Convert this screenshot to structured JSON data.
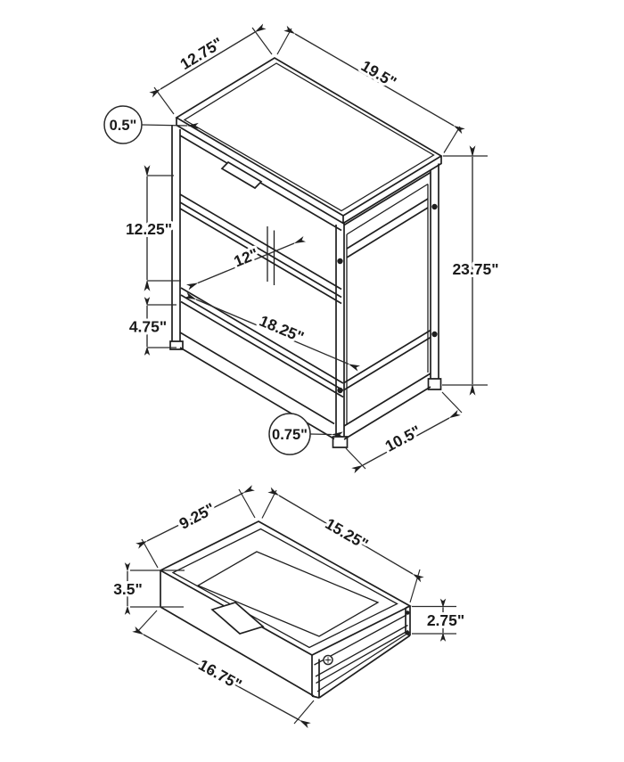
{
  "diagram": {
    "background": "#ffffff",
    "line_color": "#1f1f1f",
    "views": {
      "table": {
        "name": "accent-table-with-drawer",
        "dims": {
          "top_depth": "12.75\"",
          "top_width": "19.5\"",
          "top_thickness": "0.5\"",
          "drawer_to_shelf_height": "12.25\"",
          "shelf_to_base_height": "4.75\"",
          "shelf_depth": "12\"",
          "shelf_width": "18.25\"",
          "overall_height": "23.75\"",
          "frame_thickness": "0.75\"",
          "base_depth": "10.5\""
        }
      },
      "drawer": {
        "name": "drawer-detail",
        "dims": {
          "inner_depth": "9.25\"",
          "inner_width": "15.25\"",
          "front_height": "3.5\"",
          "side_height": "2.75\"",
          "front_width": "16.75\""
        }
      }
    }
  }
}
